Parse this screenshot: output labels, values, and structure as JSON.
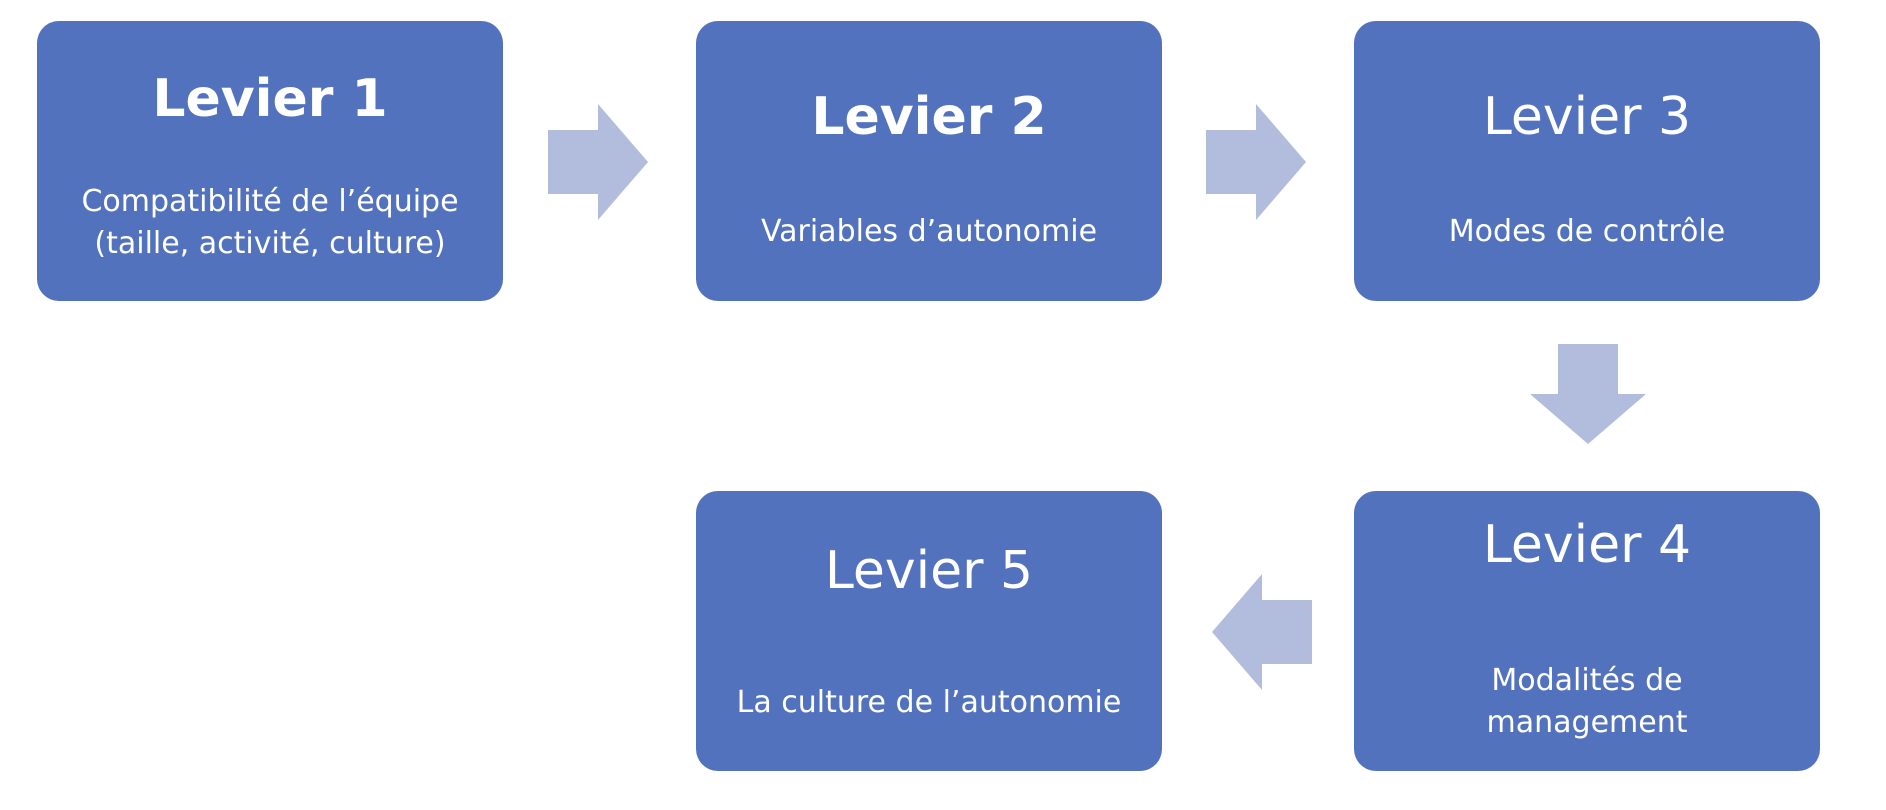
{
  "colors": {
    "box_fill": "#5272be",
    "arrow_fill": "#b2bddd",
    "text": "#ffffff"
  },
  "levers": [
    {
      "title": "Levier 1",
      "lines": [
        "Compatibilité de l’équipe",
        "(taille, activité, culture)"
      ]
    },
    {
      "title": "Levier 2",
      "lines": [
        "Variables d’autonomie"
      ]
    },
    {
      "title": "Levier 3",
      "lines": [
        "Modes de contrôle"
      ]
    },
    {
      "title": "Levier 4",
      "lines": [
        "Modalités de",
        "management"
      ]
    },
    {
      "title": "Levier 5",
      "lines": [
        "La culture de l’autonomie"
      ]
    }
  ],
  "arrows": [
    {
      "from": "Levier 1",
      "to": "Levier 2",
      "direction": "right"
    },
    {
      "from": "Levier 2",
      "to": "Levier 3",
      "direction": "right"
    },
    {
      "from": "Levier 3",
      "to": "Levier 4",
      "direction": "down"
    },
    {
      "from": "Levier 4",
      "to": "Levier 5",
      "direction": "left"
    }
  ]
}
